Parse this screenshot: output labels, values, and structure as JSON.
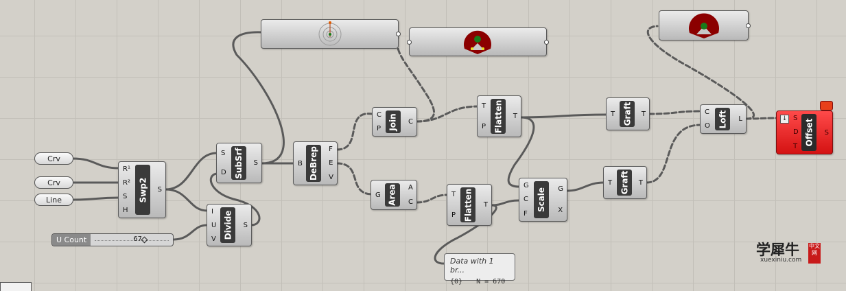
{
  "canvas": {
    "background": "#d3d0c9"
  },
  "params": {
    "crv1": "Crv",
    "crv2": "Crv",
    "line": "Line"
  },
  "slider": {
    "label": "U Count",
    "value": "67"
  },
  "components": {
    "swp2": {
      "name": "Swp2",
      "inputs": [
        "R¹",
        "R²",
        "S",
        "H"
      ],
      "outputs": [
        "S"
      ]
    },
    "subsrf": {
      "name": "SubSrf",
      "inputs": [
        "S",
        "D"
      ],
      "outputs": [
        "S"
      ]
    },
    "divide": {
      "name": "Divide",
      "inputs": [
        "I",
        "U",
        "V"
      ],
      "outputs": [
        "S"
      ]
    },
    "debrep": {
      "name": "DeBrep",
      "inputs": [
        "B"
      ],
      "outputs": [
        "F",
        "E",
        "V"
      ]
    },
    "join": {
      "name": "Join",
      "inputs": [
        "C",
        "P"
      ],
      "outputs": [
        "C"
      ]
    },
    "area": {
      "name": "Area",
      "inputs": [
        "G"
      ],
      "outputs": [
        "A",
        "C"
      ]
    },
    "flatten1": {
      "name": "Flatten",
      "inputs": [
        "T",
        "P"
      ],
      "outputs": [
        "T"
      ]
    },
    "flatten2": {
      "name": "Flatten",
      "inputs": [
        "T",
        "P"
      ],
      "outputs": [
        "T"
      ]
    },
    "scale": {
      "name": "Scale",
      "inputs": [
        "G",
        "C",
        "F"
      ],
      "outputs": [
        "G",
        "X"
      ]
    },
    "graft1": {
      "name": "Graft",
      "inputs": [
        "T"
      ],
      "outputs": [
        "T"
      ]
    },
    "graft2": {
      "name": "Graft",
      "inputs": [
        "T"
      ],
      "outputs": [
        "T"
      ]
    },
    "loft": {
      "name": "Loft",
      "inputs": [
        "C",
        "O"
      ],
      "outputs": [
        "L"
      ]
    },
    "offset": {
      "name": "Offset",
      "inputs": [
        "S",
        "D",
        "T"
      ],
      "outputs": [
        "S"
      ],
      "color": "#e01818"
    }
  },
  "panel": {
    "title": "Data with 1 br...",
    "path": "{0}",
    "count": "N = 670"
  },
  "watermark": {
    "title": "学犀牛",
    "site": "xuexiniu.com",
    "seal": "中文网"
  },
  "colors": {
    "wire": "#555555",
    "error": "#e01818",
    "gauge": "#8b0000",
    "gauge_ok": "#1a7a1a"
  },
  "icons": {
    "graph_mapper": "target-icon",
    "gauge": "gauge-icon"
  }
}
